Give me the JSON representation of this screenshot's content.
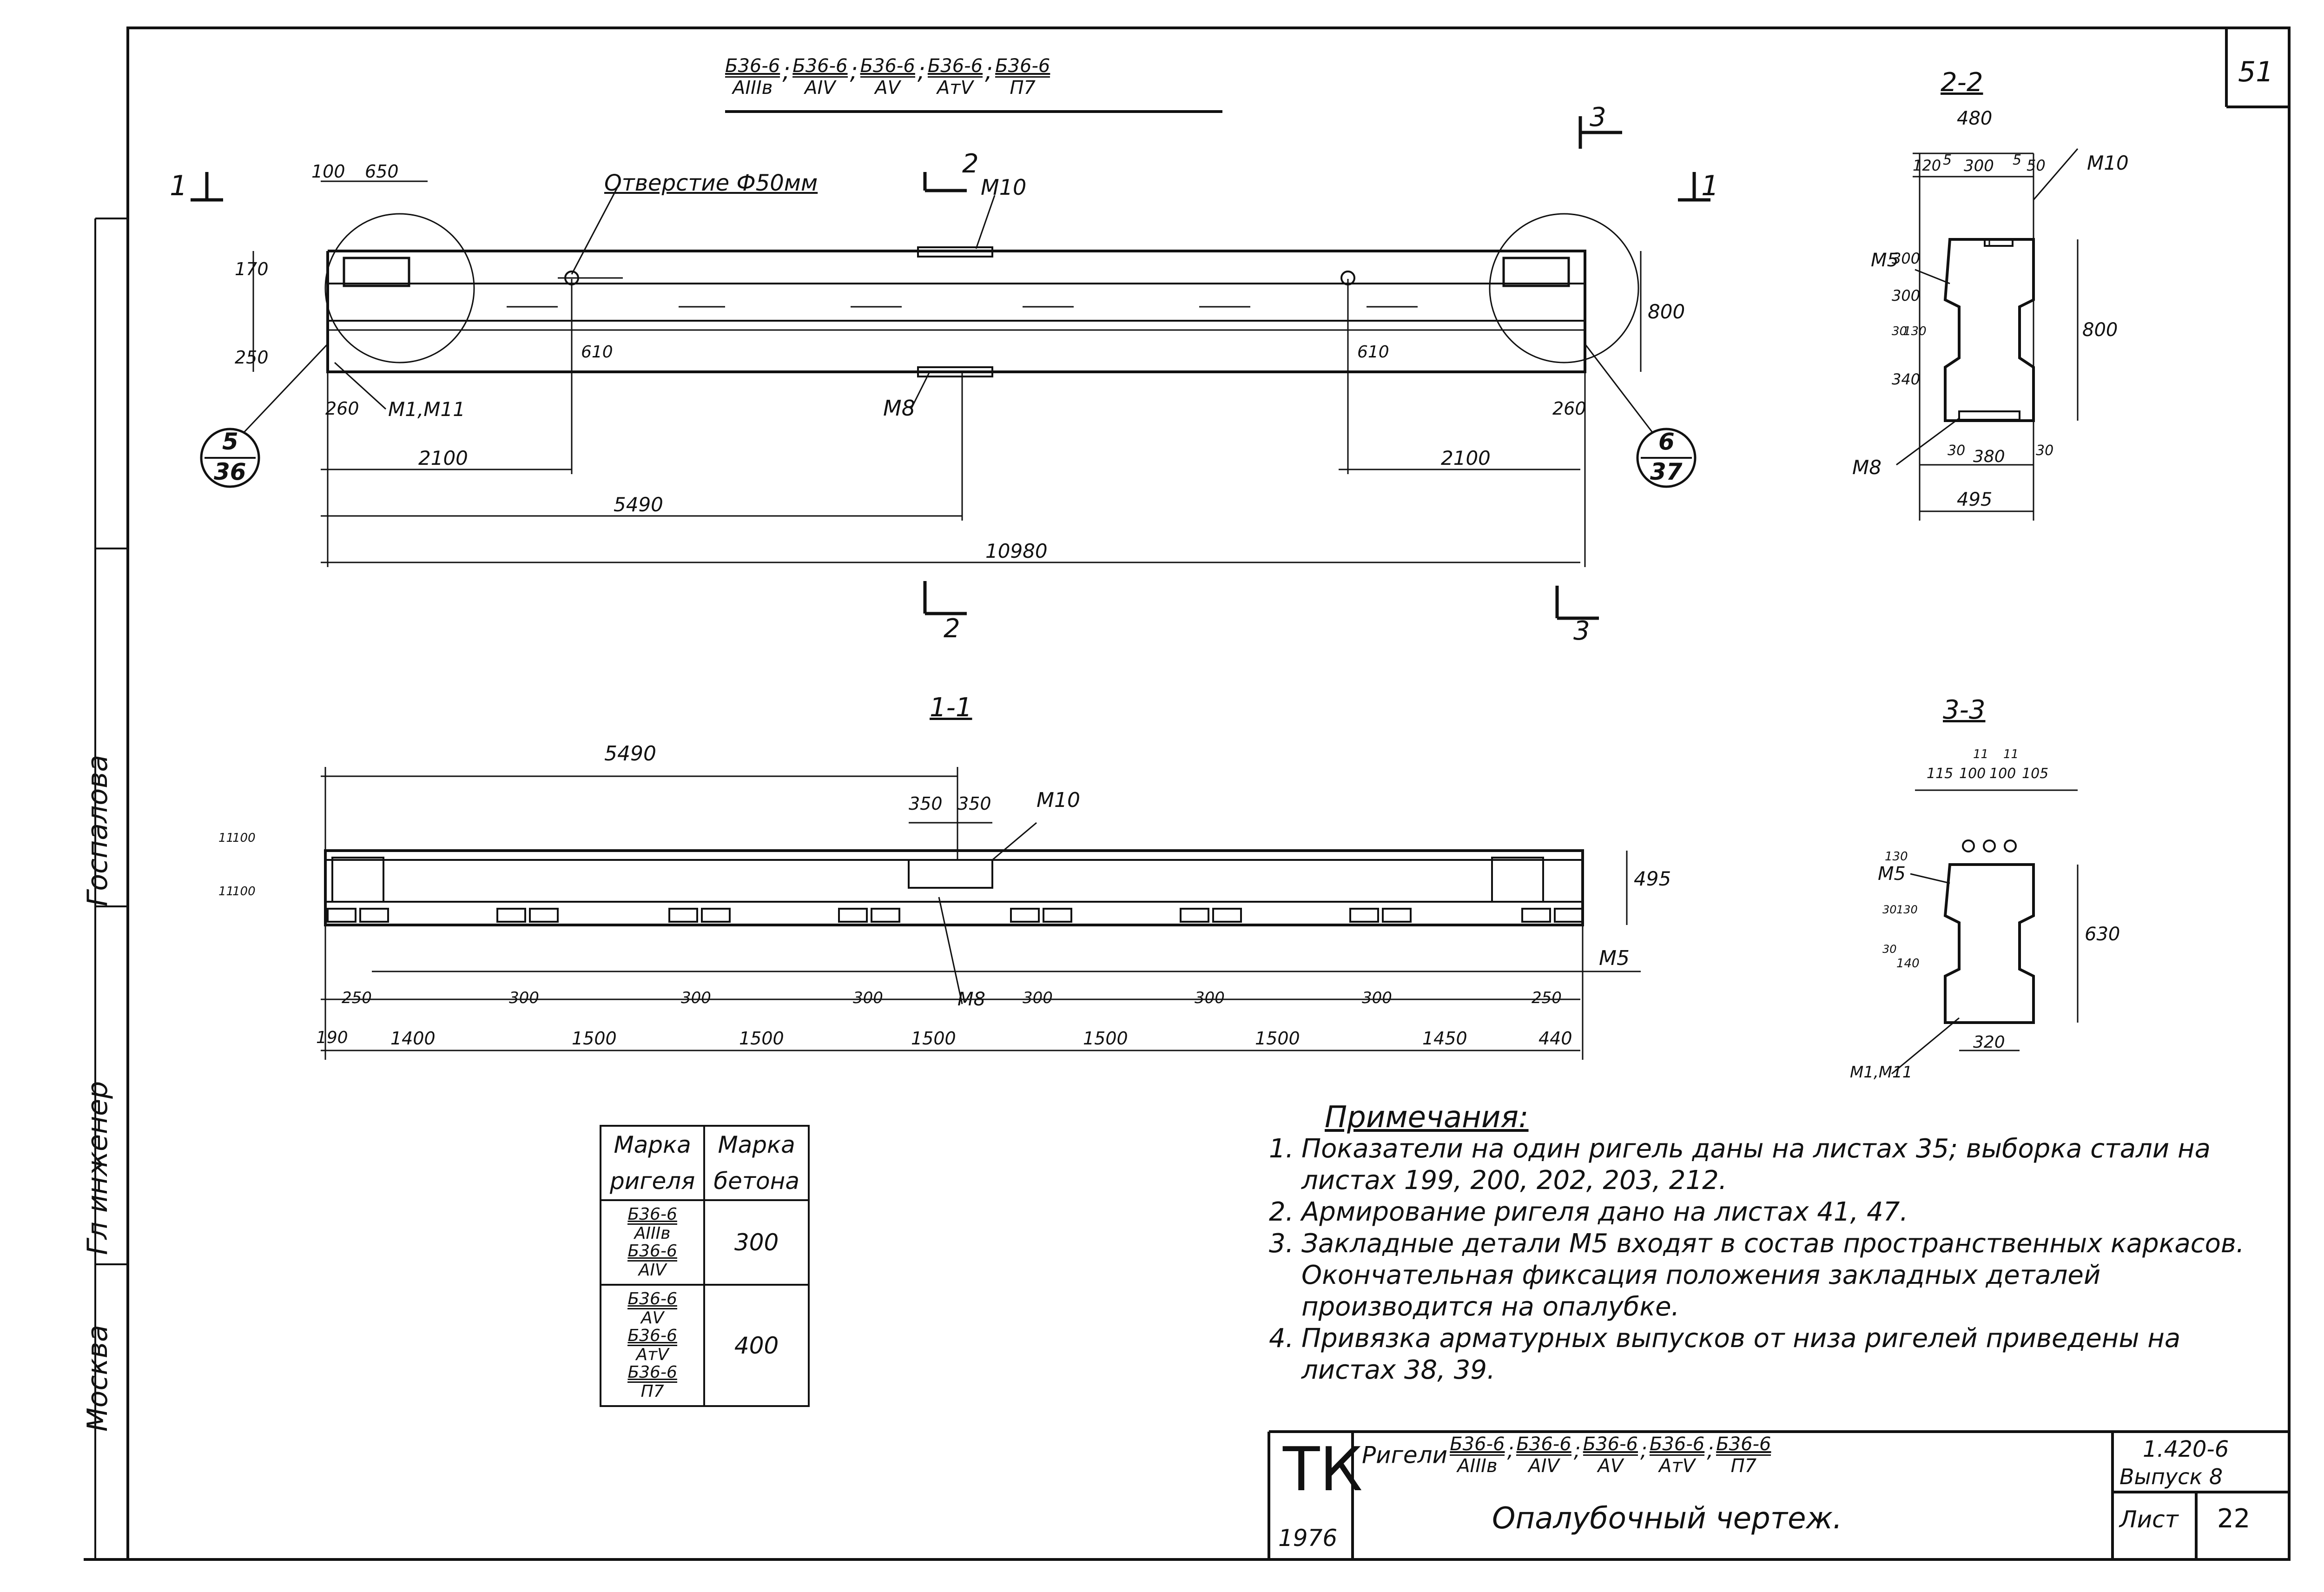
{
  "sheet_number": "51",
  "header_series": [
    {
      "top": "Б36-6",
      "bottom": "АIIIв"
    },
    {
      "top": "Б36-6",
      "bottom": "АIV"
    },
    {
      "top": "Б36-6",
      "bottom": "АV"
    },
    {
      "top": "Б36-6",
      "bottom": "АтV"
    },
    {
      "top": "Б36-6",
      "bottom": "П7"
    }
  ],
  "side_labels": {
    "city": "Москва",
    "engineer": "Гл инженер",
    "author": "Госпалова"
  },
  "elevation": {
    "hole_note": "Отверстие Ф50мм",
    "section_marks": [
      "1",
      "1",
      "2",
      "2",
      "3",
      "3"
    ],
    "dims": {
      "d100": "100",
      "d650": "650",
      "d170": "170",
      "d250": "250",
      "d260a": "260",
      "d260b": "260",
      "d610a": "610",
      "d610b": "610",
      "d800": "800",
      "d2100a": "2100",
      "d2100b": "2100",
      "d5490": "5490",
      "d10980": "10980"
    },
    "parts": {
      "m10": "М10",
      "m8": "М8",
      "m1": "М1,М11"
    },
    "callouts": [
      {
        "top": "5",
        "bottom": "36"
      },
      {
        "top": "6",
        "bottom": "37"
      }
    ]
  },
  "section_2_2": {
    "title": "2-2",
    "dims": {
      "w480": "480",
      "d120": "120",
      "d5a": "5",
      "d300": "300",
      "d5b": "5",
      "d50": "50",
      "h300a": "300",
      "h300b": "300",
      "h30": "30",
      "h130": "130",
      "h340": "340",
      "h800": "800",
      "b30a": "30",
      "b380": "380",
      "b30b": "30",
      "w495": "495"
    },
    "parts": {
      "m10": "М10",
      "m5": "М5",
      "m8": "М8"
    }
  },
  "section_1_1": {
    "title": "1-1",
    "dims": {
      "top5490": "5490",
      "d350a": "350",
      "d350b": "350",
      "h495": "495",
      "l11a": "11",
      "l100a": "100",
      "l11b": "11",
      "l100b": "100",
      "s250a": "250",
      "s300a": "300",
      "s300b": "300",
      "s300c": "300",
      "s300d": "300",
      "s300e": "300",
      "s300f": "300",
      "s250b": "250",
      "b190": "190",
      "b1400": "1400",
      "b1500a": "1500",
      "b1500b": "1500",
      "b1500c": "1500",
      "b1500d": "1500",
      "b1500e": "1500",
      "b1450": "1450",
      "b440": "440"
    },
    "parts": {
      "m10": "М10",
      "m8": "М8",
      "m5": "М5"
    }
  },
  "section_3_3": {
    "title": "3-3",
    "dims": {
      "d115": "115",
      "d11a": "11",
      "d100a": "100",
      "d11b": "11",
      "d100b": "100",
      "d105": "105",
      "h130": "130",
      "h30": "30",
      "h130b": "130",
      "h30b": "30",
      "h140": "140",
      "h630": "630",
      "w320": "320"
    },
    "parts": {
      "m5": "М5",
      "m1": "М1,М11"
    }
  },
  "table": {
    "headers": [
      [
        "Марка",
        "ригеля"
      ],
      [
        "Марка",
        "бетона"
      ]
    ],
    "rows": [
      {
        "marks": [
          {
            "top": "Б36-6",
            "bottom": "АIIIв"
          },
          {
            "top": "Б36-6",
            "bottom": "АIV"
          }
        ],
        "concrete": "300"
      },
      {
        "marks": [
          {
            "top": "Б36-6",
            "bottom": "АV"
          },
          {
            "top": "Б36-6",
            "bottom": "АтV"
          },
          {
            "top": "Б36-6",
            "bottom": "П7"
          }
        ],
        "concrete": "400"
      }
    ]
  },
  "notes": {
    "heading": "Примечания:",
    "items": [
      {
        "num": "1.",
        "text": "Показатели на один ригель даны на листах 35; выборка стали на листах 199, 200, 202, 203, 212."
      },
      {
        "num": "2.",
        "text": "Армирование ригеля дано на листах 41, 47."
      },
      {
        "num": "3.",
        "text": "Закладные детали М5 входят в состав пространственных каркасов. Окончательная фиксация положения закладных деталей производится на опалубке."
      },
      {
        "num": "4.",
        "text": "Привязка арматурных выпусков от низа ригелей приведены на листах 38, 39."
      }
    ]
  },
  "title_block": {
    "org": "ТК",
    "year": "1976",
    "prefix": "Ригели",
    "series": [
      {
        "top": "Б36-6",
        "bottom": "АIIIв"
      },
      {
        "top": "Б36-6",
        "bottom": "АIV"
      },
      {
        "top": "Б36-6",
        "bottom": "АV"
      },
      {
        "top": "Б36-6",
        "bottom": "АтV"
      },
      {
        "top": "Б36-6",
        "bottom": "П7"
      }
    ],
    "drawing_name": "Опалубочный чертеж.",
    "doc_code": "1.420-6",
    "issue": "Выпуск 8",
    "sheet_label": "Лист",
    "sheet_value": "22"
  }
}
